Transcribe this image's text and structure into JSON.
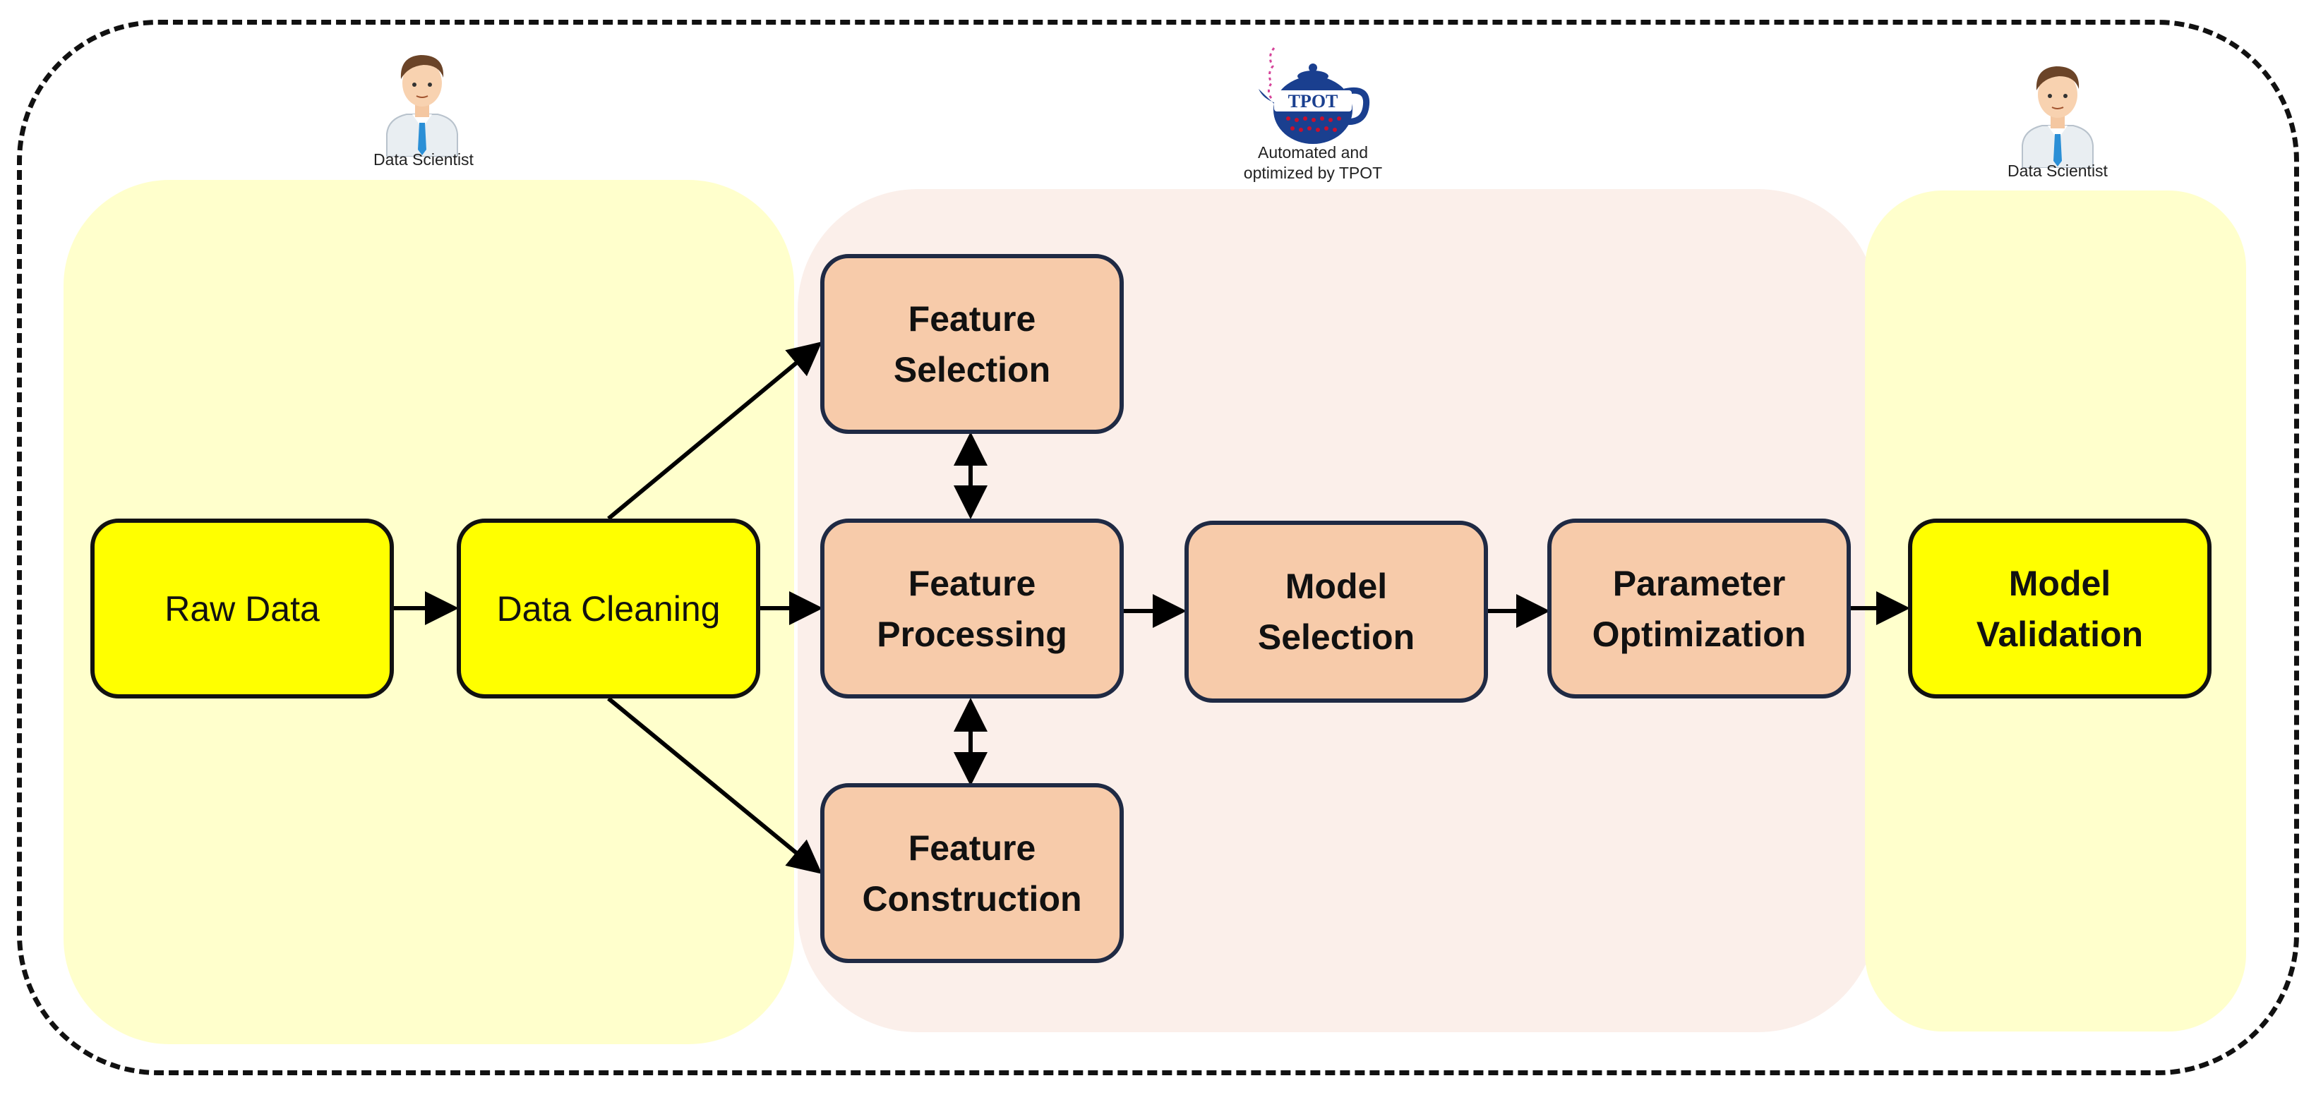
{
  "roles": {
    "left_role": "Data Scientist",
    "center_role": "Automated and\noptimized by TPOT",
    "right_role": "Data Scientist",
    "logo_text": "TPOT"
  },
  "nodes": {
    "raw_data": "Raw Data",
    "data_cleaning": "Data Cleaning",
    "feature_selection": "Feature\nSelection",
    "feature_processing": "Feature\nProcessing",
    "feature_construction": "Feature\nConstruction",
    "model_selection": "Model\nSelection",
    "parameter_optimization": "Parameter\nOptimization",
    "model_validation": "Model\nValidation"
  },
  "edges": [
    {
      "from": "Raw Data",
      "to": "Data Cleaning"
    },
    {
      "from": "Data Cleaning",
      "to": "Feature Selection"
    },
    {
      "from": "Data Cleaning",
      "to": "Feature Processing"
    },
    {
      "from": "Data Cleaning",
      "to": "Feature Construction"
    },
    {
      "from": "Feature Selection",
      "to": "Feature Processing",
      "bidirectional": true
    },
    {
      "from": "Feature Processing",
      "to": "Feature Construction",
      "bidirectional": true
    },
    {
      "from": "Feature Processing",
      "to": "Model Selection"
    },
    {
      "from": "Model Selection",
      "to": "Parameter Optimization"
    },
    {
      "from": "Parameter Optimization",
      "to": "Model Validation"
    }
  ],
  "colors": {
    "human_stage": "#ffffcc",
    "automated_stage": "#fbefea",
    "human_box": "#ffff00",
    "automated_box": "#f7cbaa",
    "box_border": "#1f2a44",
    "logo_blue": "#1a3f8f",
    "logo_red": "#c8102e"
  },
  "icons": {
    "person": "data-scientist-avatar-icon",
    "logo": "tpot-teapot-logo-icon"
  }
}
